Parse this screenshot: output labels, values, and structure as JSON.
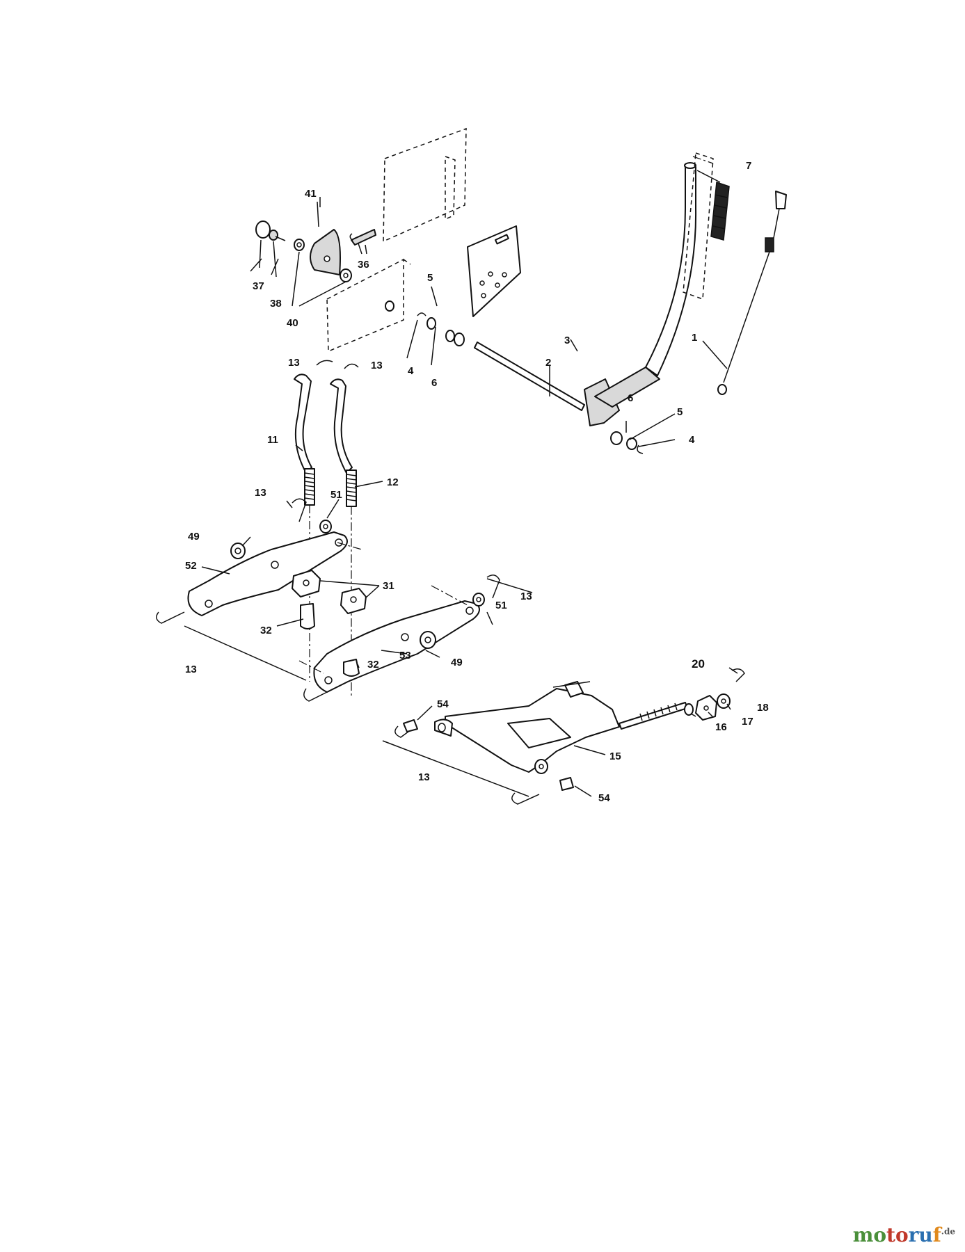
{
  "labels": {
    "p1": "1",
    "p2": "2",
    "p3": "3",
    "p4a": "4",
    "p4b": "4",
    "p5a": "5",
    "p5b": "5",
    "p6a": "6",
    "p6b": "6",
    "p7": "7",
    "p11": "11",
    "p12": "12",
    "p13a": "13",
    "p13b": "13",
    "p13c": "13",
    "p13d": "13",
    "p13e": "13",
    "p13f": "13",
    "p15": "15",
    "p16": "16",
    "p17": "17",
    "p18": "18",
    "p20": "20",
    "p31": "31",
    "p32a": "32",
    "p32b": "32",
    "p36": "36",
    "p37": "37",
    "p38": "38",
    "p40": "40",
    "p41": "41",
    "p49a": "49",
    "p49b": "49",
    "p51a": "51",
    "p51b": "51",
    "p52": "52",
    "p53": "53",
    "p54a": "54",
    "p54b": "54"
  },
  "watermark": {
    "m1": "mo",
    "m2": "to",
    "m3": "ru",
    "m4": "f",
    "suffix": ".de"
  }
}
